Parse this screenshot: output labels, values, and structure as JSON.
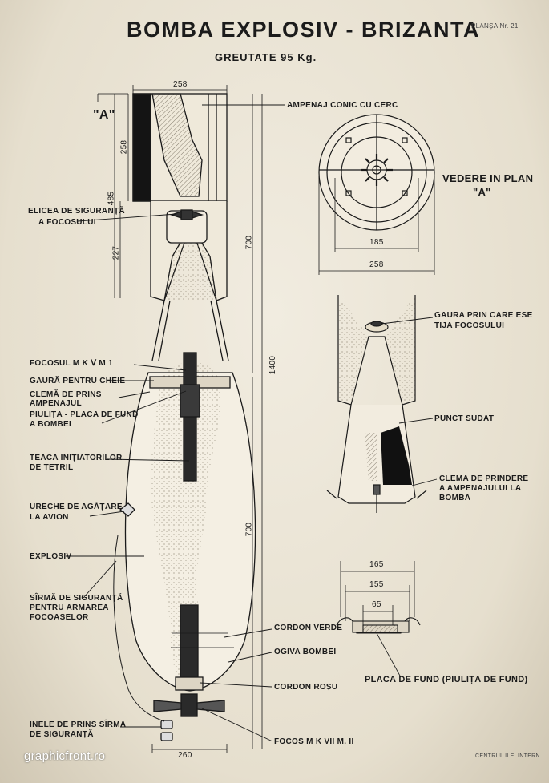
{
  "header": {
    "title": "BOMBA EXPLOSIV - BRIZANTA",
    "weight": "GREUTATE 95 Kg.",
    "plate_no": "PLANȘA Nr. 21"
  },
  "section_label": "\"A\"",
  "labels": {
    "ampenaj": "AMPENAJ CONIC CU CERC",
    "elicea_1": "ELICEA DE SIGURANȚĂ",
    "elicea_2": "A FOCOSULUI",
    "focosul": "FOCOSUL M K Ⅴ M 1",
    "gaura_cheie": "GAURĂ PENTRU CHEIE",
    "clema_1": "CLEMĂ DE PRINS",
    "clema_2": "AMPENAJUL",
    "piulita_1": "PIULIȚA - PLACA DE FUND",
    "piulita_2": "A BOMBEI",
    "teaca_1": "TEACA INIȚIATORILOR",
    "teaca_2": "DE TETRIL",
    "ureche_1": "URECHE DE AGĂȚARE",
    "ureche_2": "LA AVION",
    "explosiv": "EXPLOSIV",
    "sirma_1": "SÎRMĂ DE SIGURANȚĂ",
    "sirma_2": "PENTRU ARMAREA",
    "sirma_3": "FOCOASELOR",
    "cordon_verde": "CORDON VERDE",
    "ogiva": "OGIVA BOMBEI",
    "cordon_rosu": "CORDON ROȘU",
    "inele_1": "INELE DE PRINS SÎRMA",
    "inele_2": "DE SIGURANȚĂ",
    "focos_mk": "FOCOS M K VII M. II",
    "vedere_1": "VEDERE IN PLAN",
    "vedere_2": "\"A\"",
    "gaura_1": "GAURA PRIN CARE ESE",
    "gaura_2": "TIJA FOCOSULUI",
    "punct_sudat": "PUNCT SUDAT",
    "clema_p_1": "CLEMA DE PRINDERE",
    "clema_p_2": "A AMPENAJULUI LA",
    "clema_p_3": "BOMBA",
    "placa": "PLACA DE FUND (PIULIȚA DE FUND)"
  },
  "dimensions": {
    "top_width": "258",
    "tail_height": "258",
    "d485": "485",
    "d227": "227",
    "d700_upper": "700",
    "d1400": "1400",
    "d700_lower": "700",
    "bottom_width": "260",
    "plan_inner": "185",
    "plan_outer": "258",
    "d165": "165",
    "d155": "155",
    "d65": "65"
  },
  "footer": {
    "watermark": "graphicfront.ro",
    "publisher": "CENTRUL ILE. INTERN"
  }
}
